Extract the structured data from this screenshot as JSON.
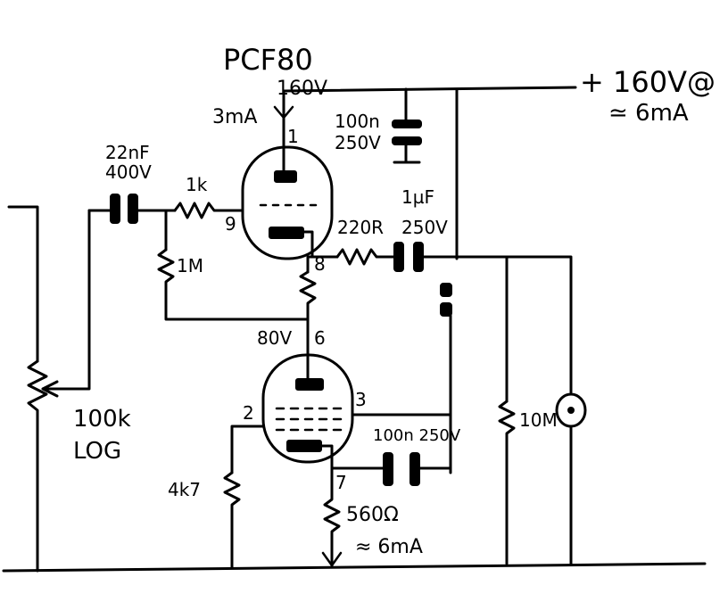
{
  "title": "PCF80",
  "supply": {
    "line1": "+ 160V@",
    "line2": "≃ 6mA"
  },
  "labels": {
    "anode_voltage": "160V",
    "anode_current": "3mA",
    "pin1": "1",
    "cap_100n_top": "100n",
    "cap_100n_top_v": "250V",
    "cap_22nf": "22nF",
    "cap_22nf_v": "400V",
    "r_1k": "1k",
    "pin9": "9",
    "r_1m": "1M",
    "r_220r": "220R",
    "cap_1uf": "1µF",
    "cap_1uf_v": "250V",
    "pin8": "8",
    "v_80": "80V",
    "pin6": "6",
    "pin3": "3",
    "pin2": "2",
    "cap_100n_bot": "100n 250V",
    "r_10m": "10M",
    "pot": "100k",
    "pot_taper": "LOG",
    "r_4k7": "4k7",
    "pin7": "7",
    "r_560": "560Ω",
    "cathode_current": "≈ 6mA"
  }
}
